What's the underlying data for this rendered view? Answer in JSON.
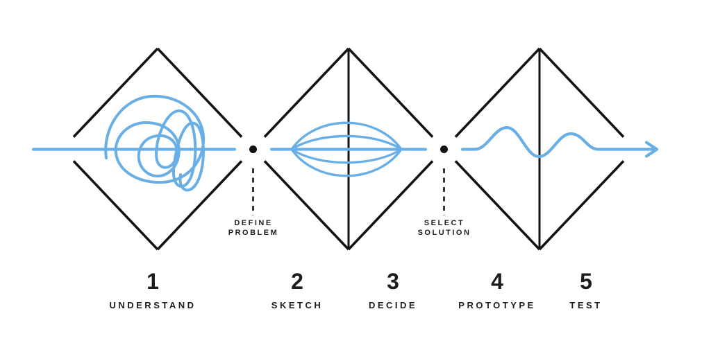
{
  "colors": {
    "accent_blue": "#69AFE6",
    "line_black": "#131313",
    "text_dark": "#1d1d1d"
  },
  "milestones": [
    {
      "line1": "DEFINE",
      "line2": "PROBLEM"
    },
    {
      "line1": "SELECT",
      "line2": "SOLUTION"
    }
  ],
  "stages": [
    {
      "number": "1",
      "label": "UNDERSTAND"
    },
    {
      "number": "2",
      "label": "SKETCH"
    },
    {
      "number": "3",
      "label": "DECIDE"
    },
    {
      "number": "4",
      "label": "PROTOTYPE"
    },
    {
      "number": "5",
      "label": "TEST"
    }
  ]
}
